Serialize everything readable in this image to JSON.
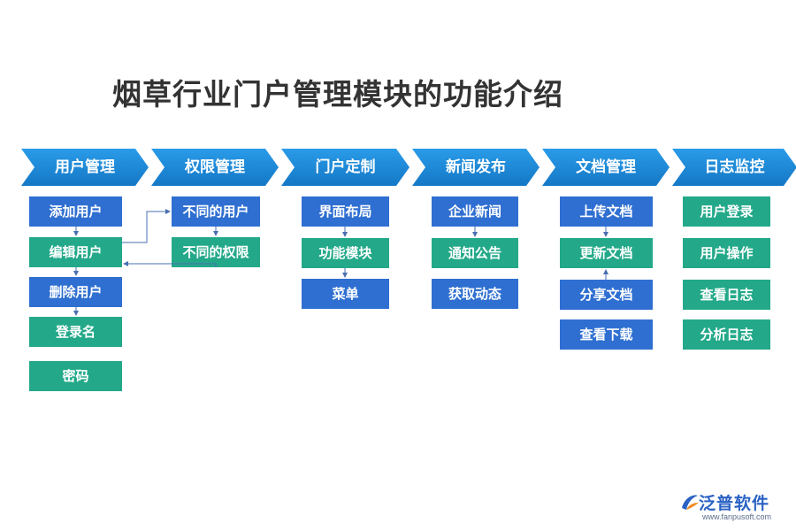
{
  "title": "烟草行业门户管理模块的功能介绍",
  "colors": {
    "header": "#1b87d6",
    "blue_box": "#2f6fd1",
    "teal_box": "#23a989",
    "connector": "#4a6fb0"
  },
  "columns": [
    {
      "header": "用户管理",
      "items": [
        {
          "label": "添加用户",
          "color": "blue"
        },
        {
          "label": "编辑用户",
          "color": "teal"
        },
        {
          "label": "删除用户",
          "color": "blue"
        },
        {
          "label": "登录名",
          "color": "teal"
        },
        {
          "label": "密码",
          "color": "teal"
        }
      ]
    },
    {
      "header": "权限管理",
      "items": [
        {
          "label": "不同的用户",
          "color": "blue"
        },
        {
          "label": "不同的权限",
          "color": "teal"
        }
      ]
    },
    {
      "header": "门户定制",
      "items": [
        {
          "label": "界面布局",
          "color": "blue"
        },
        {
          "label": "功能模块",
          "color": "teal"
        },
        {
          "label": "菜单",
          "color": "blue"
        }
      ]
    },
    {
      "header": "新闻发布",
      "items": [
        {
          "label": "企业新闻",
          "color": "blue"
        },
        {
          "label": "通知公告",
          "color": "teal"
        },
        {
          "label": "获取动态",
          "color": "blue"
        }
      ]
    },
    {
      "header": "文档管理",
      "items": [
        {
          "label": "上传文档",
          "color": "blue"
        },
        {
          "label": "更新文档",
          "color": "teal"
        },
        {
          "label": "分享文档",
          "color": "blue"
        },
        {
          "label": "查看下载",
          "color": "blue"
        }
      ]
    },
    {
      "header": "日志监控",
      "items": [
        {
          "label": "用户登录",
          "color": "teal"
        },
        {
          "label": "用户操作",
          "color": "teal"
        },
        {
          "label": "查看日志",
          "color": "teal"
        },
        {
          "label": "分析日志",
          "color": "teal"
        }
      ]
    }
  ],
  "logo": {
    "name": "泛普软件",
    "url": "www.fanpusoft.com",
    "icon": "fanpu-logo-icon"
  }
}
